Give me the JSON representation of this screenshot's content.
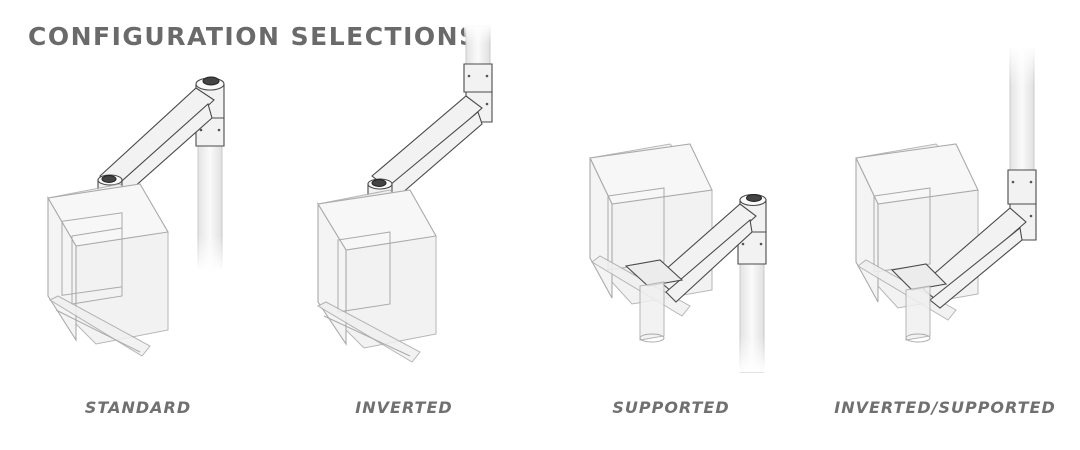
{
  "title": "CONFIGURATION SELECTIONS",
  "configurations": [
    {
      "label": "STANDARD"
    },
    {
      "label": "INVERTED"
    },
    {
      "label": "SUPPORTED"
    },
    {
      "label": "INVERTED/SUPPORTED"
    }
  ]
}
